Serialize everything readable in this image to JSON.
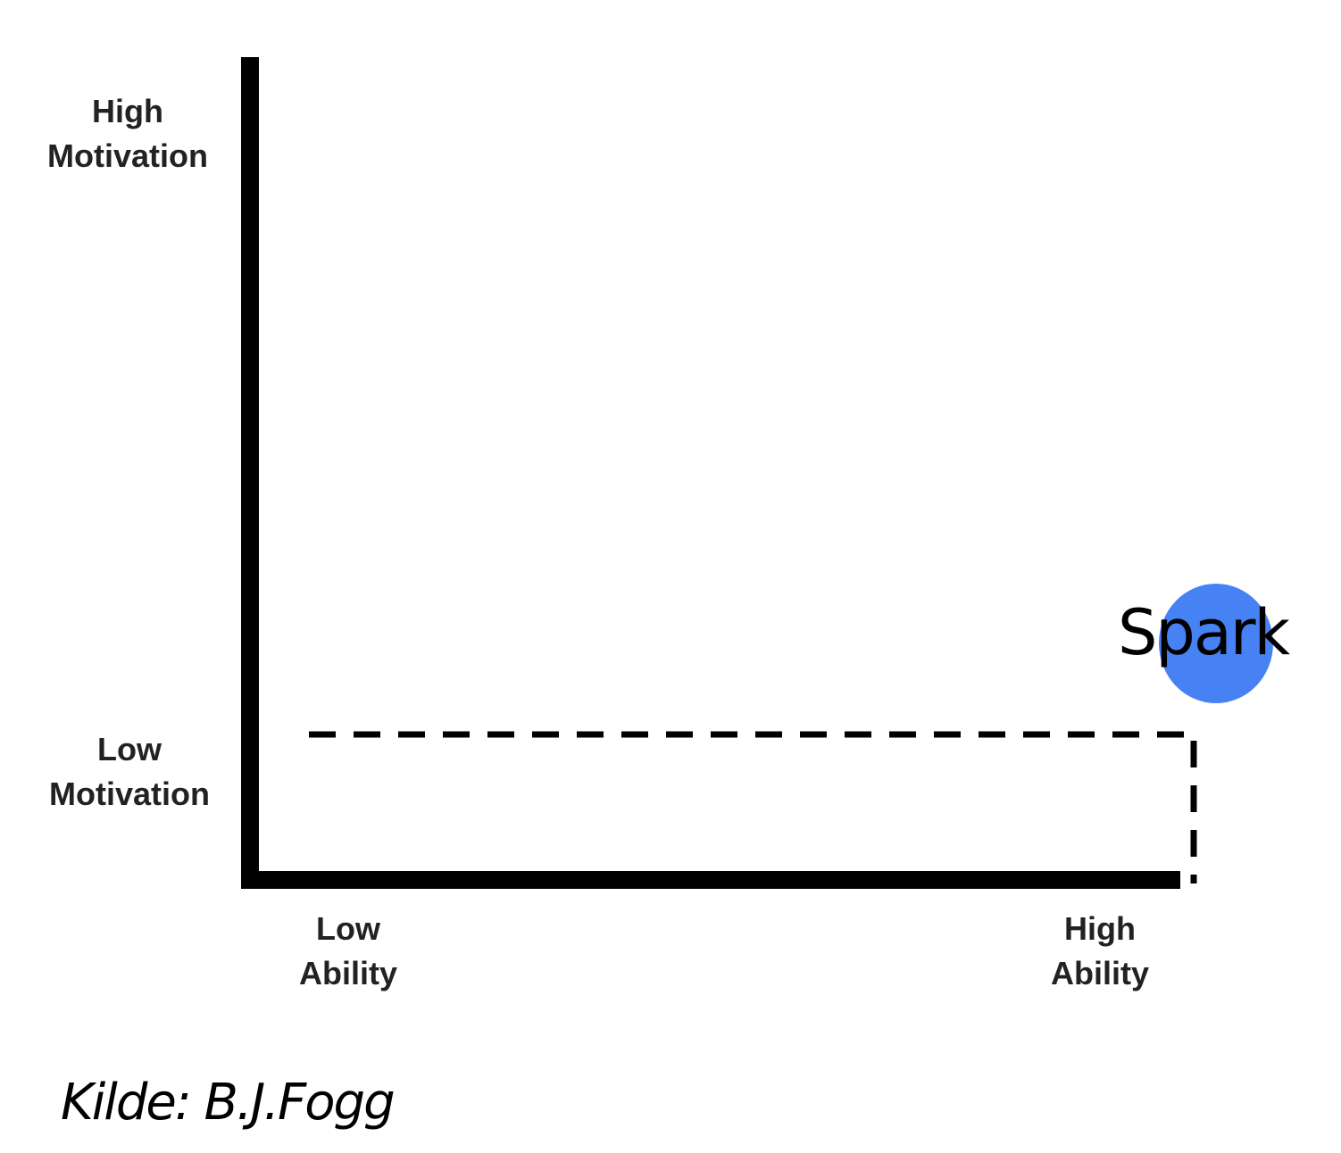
{
  "diagram": {
    "y_axis": {
      "high_label": [
        "High",
        "Motivation"
      ],
      "low_label": [
        "Low",
        "Motivation"
      ]
    },
    "x_axis": {
      "low_label": [
        "Low",
        "Ability"
      ],
      "high_label": [
        "High",
        "Ability"
      ]
    },
    "marker": {
      "label": "Spark",
      "color": "#4782F4"
    },
    "colors": {
      "axes": "#000000",
      "text": "#222222"
    }
  },
  "source": {
    "caption": "Kilde: B.J.Fogg"
  }
}
